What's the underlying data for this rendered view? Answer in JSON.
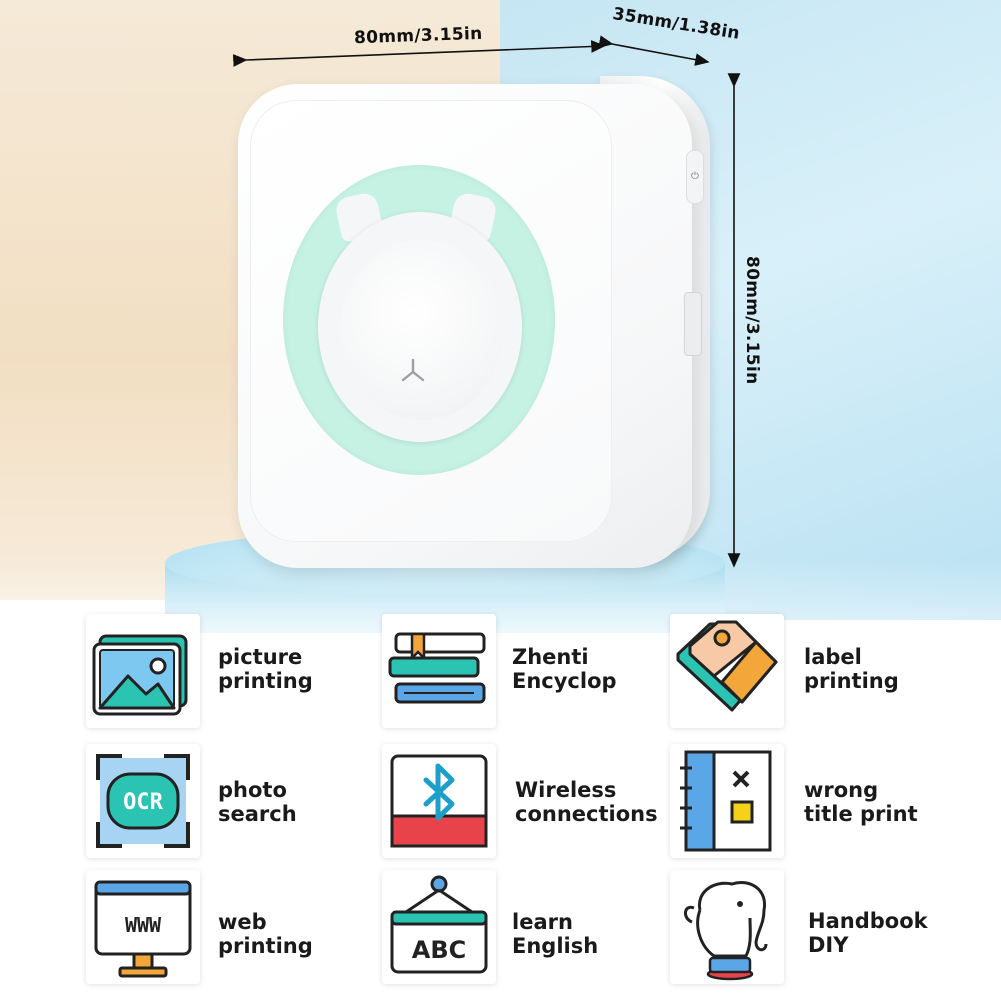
{
  "dimensions": {
    "width": "80mm/3.15in",
    "depth": "35mm/1.38in",
    "height": "80mm/3.15in"
  },
  "colors": {
    "ring": "#c6f2e3",
    "teal": "#1fb9a7",
    "blue": "#5a9fe0",
    "orange": "#f3a73a",
    "red": "#e8434b"
  },
  "features": [
    {
      "line1": "picture",
      "line2": "printing",
      "icon": "picture-icon"
    },
    {
      "line1": "Zhenti",
      "line2": "Encyclop",
      "icon": "books-icon"
    },
    {
      "line1": "label",
      "line2": "printing",
      "icon": "tag-icon"
    },
    {
      "line1": "photo",
      "line2": "search",
      "icon": "ocr-icon"
    },
    {
      "line1": "Wireless",
      "line2": "connections",
      "icon": "bluetooth-icon"
    },
    {
      "line1": "wrong",
      "line2": "title print",
      "icon": "notebook-icon"
    },
    {
      "line1": "web",
      "line2": "printing",
      "icon": "monitor-icon"
    },
    {
      "line1": "learn",
      "line2": "English",
      "icon": "abc-sign-icon"
    },
    {
      "line1": "Handbook",
      "line2": "DIY",
      "icon": "elephant-icon"
    }
  ],
  "icon_text": {
    "ocr": "OCR",
    "www": "WWW",
    "abc": "ABC"
  }
}
